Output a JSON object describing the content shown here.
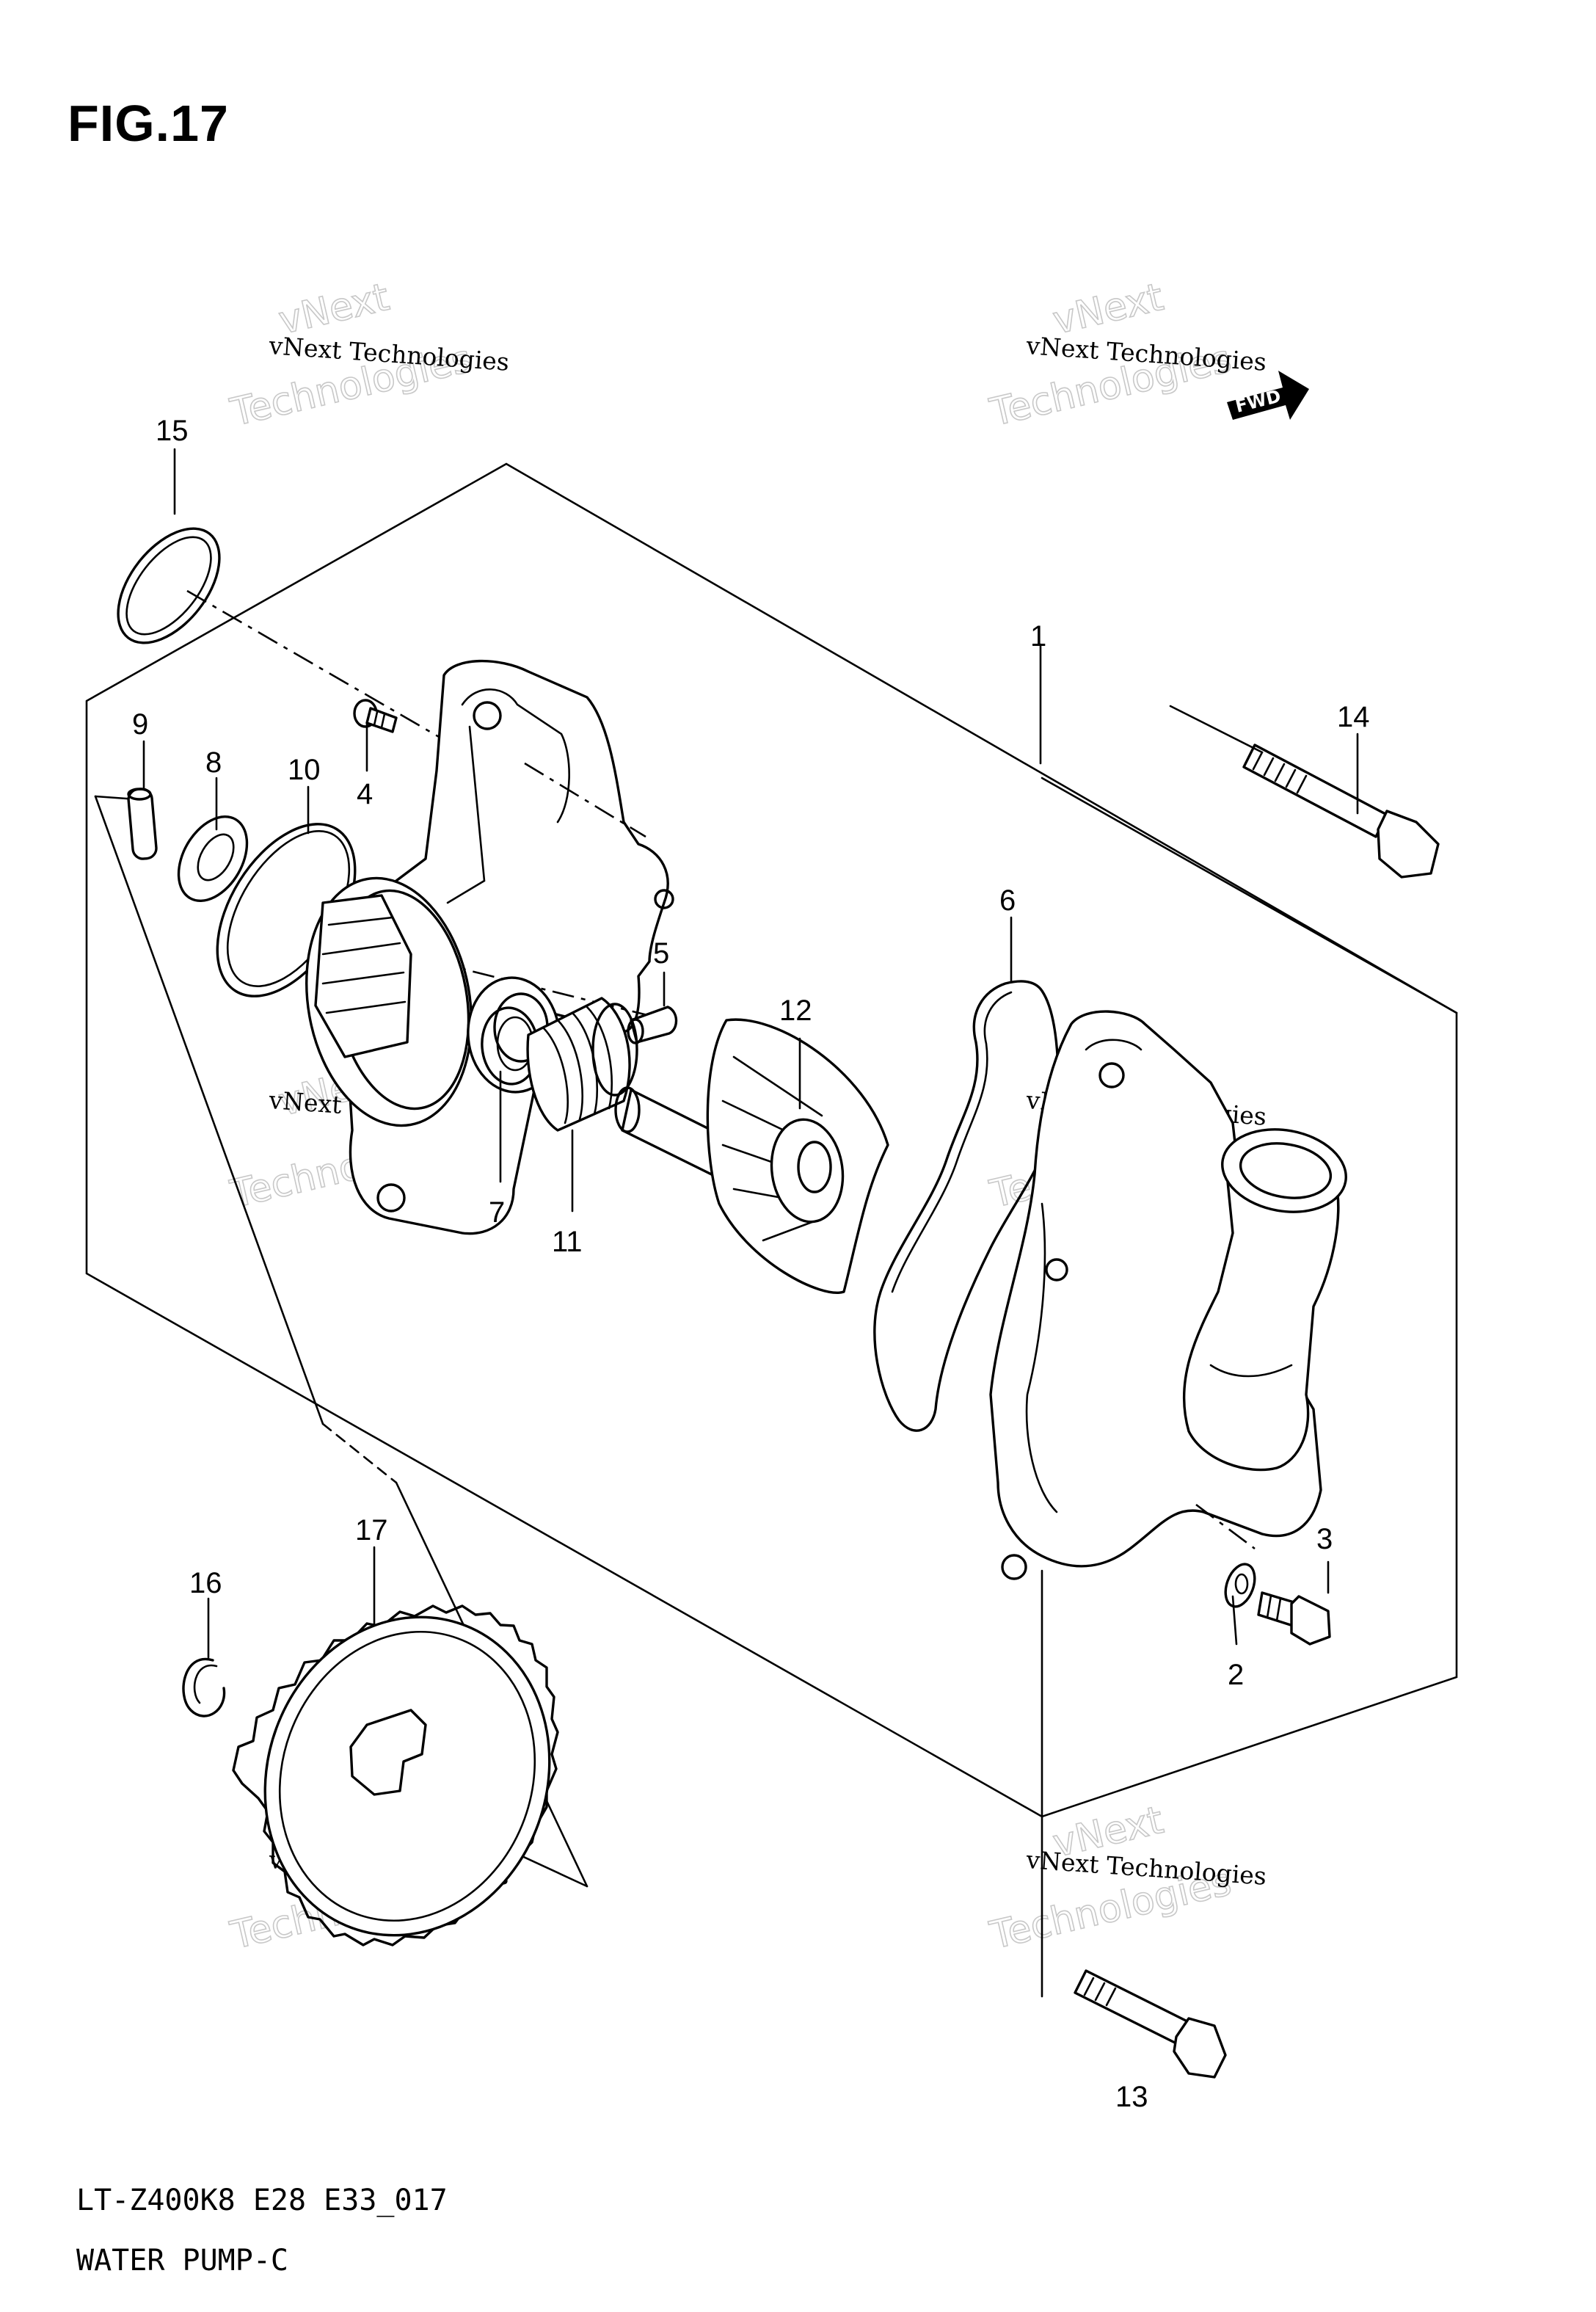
{
  "figure": {
    "title": "FIG.17",
    "model_code": "LT-Z400K8 E28 E33_017",
    "diagram_name": "WATER PUMP-C"
  },
  "direction_marker": {
    "label": "FWD"
  },
  "watermark": {
    "line1": "vNext Technologies",
    "big1": "vNext",
    "big2": "Technologies"
  },
  "callouts": [
    {
      "id": "1",
      "label": "1"
    },
    {
      "id": "2",
      "label": "2"
    },
    {
      "id": "3",
      "label": "3"
    },
    {
      "id": "4",
      "label": "4"
    },
    {
      "id": "5",
      "label": "5"
    },
    {
      "id": "6",
      "label": "6"
    },
    {
      "id": "7",
      "label": "7"
    },
    {
      "id": "8",
      "label": "8"
    },
    {
      "id": "9",
      "label": "9"
    },
    {
      "id": "10",
      "label": "10"
    },
    {
      "id": "11",
      "label": "11"
    },
    {
      "id": "12",
      "label": "12"
    },
    {
      "id": "13",
      "label": "13"
    },
    {
      "id": "14",
      "label": "14"
    },
    {
      "id": "15",
      "label": "15"
    },
    {
      "id": "16",
      "label": "16"
    },
    {
      "id": "17",
      "label": "17"
    }
  ]
}
